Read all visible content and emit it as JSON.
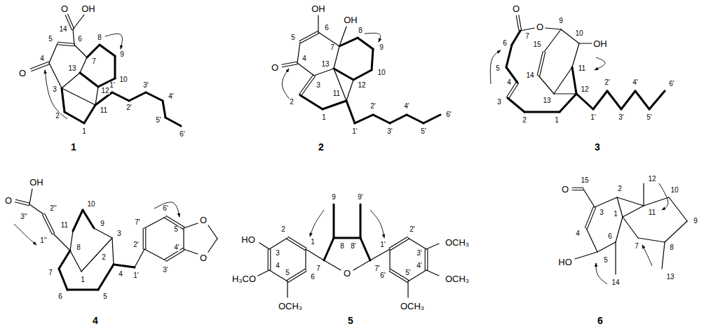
{
  "diagram": {
    "labels": [
      "O",
      "OH",
      "14",
      "5",
      "6",
      "4",
      "O",
      "7",
      "8",
      "9",
      "13",
      "3",
      "12",
      "10",
      "2",
      "11",
      "1",
      "1'",
      "2'",
      "3'",
      "4'",
      "5'",
      "6'",
      "1",
      "OH",
      "6",
      "OH",
      "7",
      "5",
      "8",
      "4",
      "O",
      "9",
      "13",
      "10",
      "3",
      "12",
      "2",
      "11",
      "1",
      "1'",
      "2'",
      "3'",
      "4'",
      "5'",
      "6'",
      "2",
      "O",
      "7",
      "O",
      "9",
      "6",
      "10",
      "OH",
      "15",
      "5",
      "14",
      "11",
      "4",
      "13",
      "12",
      "3",
      "2",
      "1",
      "1'",
      "2'",
      "3'",
      "4'",
      "5'",
      "6'",
      "3",
      "OH",
      "O",
      "3''",
      "2''",
      "10",
      "11",
      "1''",
      "9",
      "3",
      "8",
      "2",
      "4",
      "1'",
      "2'",
      "7'",
      "6'",
      "5'",
      "4'",
      "3'",
      "O",
      "O",
      "7",
      "1",
      "6",
      "5",
      "4",
      "9",
      "9'",
      "HO",
      "2",
      "3",
      "1",
      "8",
      "8'",
      "7",
      "O",
      "7'",
      "1'",
      "2'",
      "3'",
      "OCH₃",
      "4'",
      "OCH₃",
      "6'",
      "5'",
      "OCH₃",
      "4",
      "H₃CO",
      "5",
      "OCH₃",
      "6",
      "5",
      "O",
      "15",
      "2",
      "12",
      "10",
      "3",
      "11",
      "1",
      "4",
      "9",
      "6",
      "7",
      "8",
      "5",
      "HO",
      "14",
      "13",
      "6"
    ]
  }
}
